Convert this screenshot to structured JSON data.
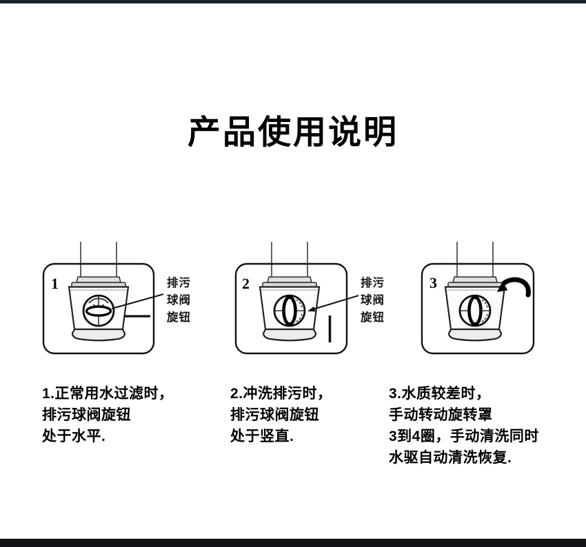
{
  "page": {
    "title": "产品使用说明"
  },
  "panels": [
    {
      "number": "1",
      "valve_orientation": "horizontal",
      "marker": "horizontal-indicator-line",
      "label_lines": [
        "排污",
        "球阀",
        "旋钮"
      ],
      "caption_lines": [
        "1.正常用水过滤时，",
        "排污球阀旋钮",
        "处于水平."
      ]
    },
    {
      "number": "2",
      "valve_orientation": "vertical",
      "marker": "vertical-indicator-line",
      "label_lines": [
        "排污",
        "球阀",
        "旋钮"
      ],
      "caption_lines": [
        "2.冲洗排污时，",
        "排污球阀旋钮",
        "处于竖直."
      ]
    },
    {
      "number": "3",
      "valve_orientation": "vertical",
      "marker": "rotation-arrow",
      "caption_lines": [
        "3.水质较差时，",
        "手动转动旋转罩",
        "3到4圈，手动清洗同时",
        "水驱自动清洗恢复."
      ]
    }
  ],
  "colors": {
    "top_bar": "#1a2230",
    "bottom_bar": "#131318",
    "ink": "#000000",
    "line_art": "#1a1a1a",
    "housing_shade": "#e0e0e0",
    "background": "#ffffff"
  }
}
